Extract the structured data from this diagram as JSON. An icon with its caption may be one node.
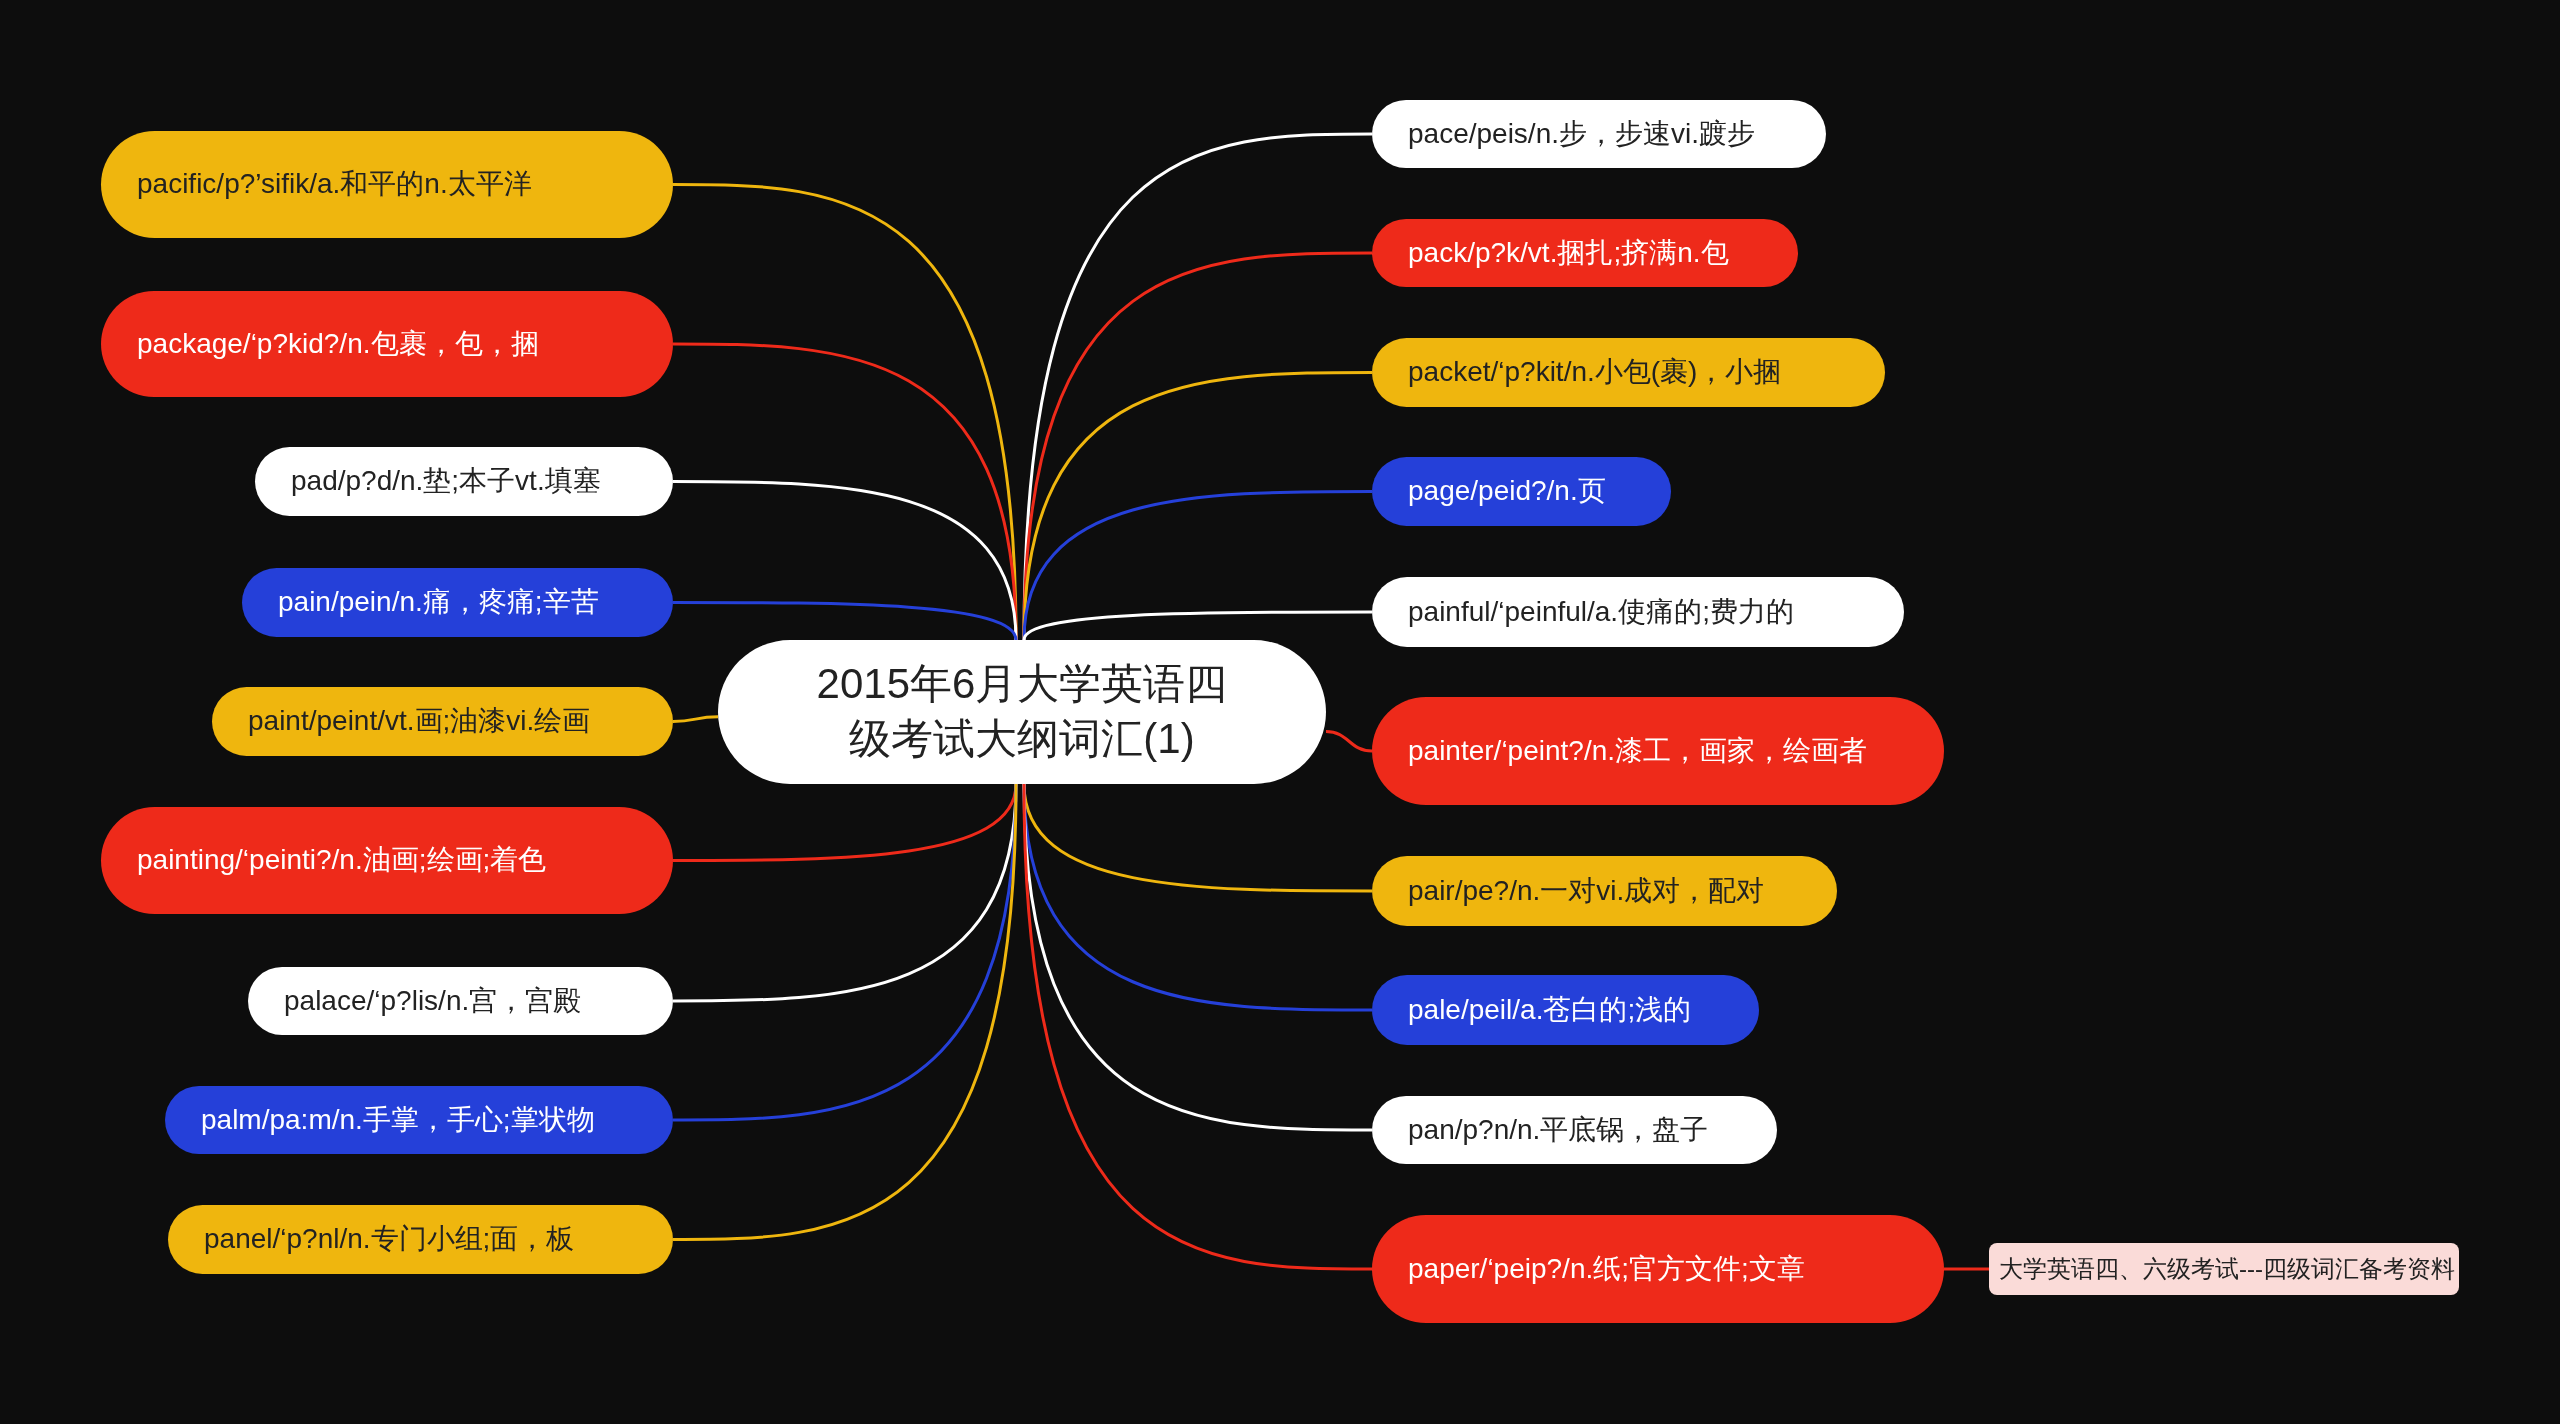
{
  "diagram": {
    "nodes": [
      {
        "text": [
          "2015年6月大学英语四级考试大纲词汇(1)"
        ]
      },
      {
        "text": [
          "pacific/p?’sifik/a.和平的n.太平洋"
        ]
      },
      {
        "text": [
          "package/‘p?kid?/n.包裹，包，捆"
        ]
      },
      {
        "text": [
          "pad/p?d/n.垫;本子vt.填塞"
        ]
      },
      {
        "text": [
          "pain/pein/n.痛，疼痛;辛苦"
        ]
      },
      {
        "text": [
          "paint/peint/vt.画;油漆vi.绘画"
        ]
      },
      {
        "text": [
          "painting/‘peinti?/n.油画;绘画;着色"
        ]
      },
      {
        "text": [
          "palace/‘p?lis/n.宫，宫殿"
        ]
      },
      {
        "text": [
          "palm/pa:m/n.手掌，手心;掌状物"
        ]
      },
      {
        "text": [
          "panel/‘p?nl/n.专门小组;面，板"
        ]
      },
      {
        "text": [
          "pace/peis/n.步，步速vi.踱步"
        ]
      },
      {
        "text": [
          "pack/p?k/vt.捆扎;挤满n.包"
        ]
      },
      {
        "text": [
          "packet/‘p?kit/n.小包(裹)，小捆"
        ]
      },
      {
        "text": [
          "page/peid?/n.页"
        ]
      },
      {
        "text": [
          "painful/‘peinful/a.使痛的;费力的"
        ]
      },
      {
        "text": [
          "painter/‘peint?/n.漆工，画家，绘画者"
        ]
      },
      {
        "text": [
          "pair/pe?/n.一对vi.成对，配对"
        ]
      },
      {
        "text": [
          "pale/peil/a.苍白的;浅的"
        ]
      },
      {
        "text": [
          "pan/p?n/n.平底锅，盘子"
        ]
      },
      {
        "text": [
          "paper/‘peip?/n.纸;官方文件;文章"
        ]
      },
      {
        "text": [
          "大学英语四、六级考试---四级词汇备考资料"
        ]
      }
    ],
    "edges": [
      {
        "from": 0,
        "to": 1,
        "arrow": "none",
        "color": "#efb60e"
      },
      {
        "from": 0,
        "to": 2,
        "arrow": "none",
        "color": "#ee2a1a"
      },
      {
        "from": 0,
        "to": 3,
        "arrow": "none",
        "color": "#ffffff"
      },
      {
        "from": 0,
        "to": 4,
        "arrow": "none",
        "color": "#2540d9"
      },
      {
        "from": 0,
        "to": 5,
        "arrow": "none",
        "color": "#efb60e"
      },
      {
        "from": 0,
        "to": 6,
        "arrow": "none",
        "color": "#ee2a1a"
      },
      {
        "from": 0,
        "to": 7,
        "arrow": "none",
        "color": "#ffffff"
      },
      {
        "from": 0,
        "to": 8,
        "arrow": "none",
        "color": "#2540d9"
      },
      {
        "from": 0,
        "to": 9,
        "arrow": "none",
        "color": "#efb60e"
      },
      {
        "from": 0,
        "to": 10,
        "arrow": "none",
        "color": "#ffffff"
      },
      {
        "from": 0,
        "to": 11,
        "arrow": "none",
        "color": "#ee2a1a"
      },
      {
        "from": 0,
        "to": 12,
        "arrow": "none",
        "color": "#efb60e"
      },
      {
        "from": 0,
        "to": 13,
        "arrow": "none",
        "color": "#2540d9"
      },
      {
        "from": 0,
        "to": 14,
        "arrow": "none",
        "color": "#ffffff"
      },
      {
        "from": 0,
        "to": 15,
        "arrow": "none",
        "color": "#ee2a1a"
      },
      {
        "from": 0,
        "to": 16,
        "arrow": "none",
        "color": "#efb60e"
      },
      {
        "from": 0,
        "to": 17,
        "arrow": "none",
        "color": "#2540d9"
      },
      {
        "from": 0,
        "to": 18,
        "arrow": "none",
        "color": "#ffffff"
      },
      {
        "from": 0,
        "to": 19,
        "arrow": "none",
        "color": "#ee2a1a"
      },
      {
        "from": 19,
        "to": 20,
        "arrow": "none",
        "color": "#ee2a1a"
      }
    ]
  }
}
